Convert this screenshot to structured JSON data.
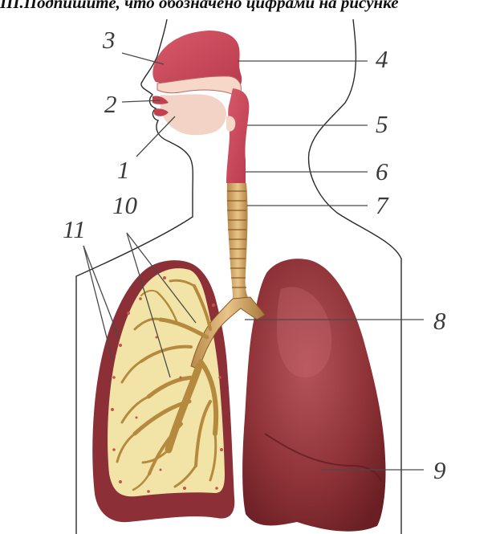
{
  "heading": "III.Подпишите, что обозначено цифрами на рисунке",
  "labels": [
    "1",
    "2",
    "3",
    "4",
    "5",
    "6",
    "7",
    "8",
    "9",
    "10",
    "11"
  ]
}
